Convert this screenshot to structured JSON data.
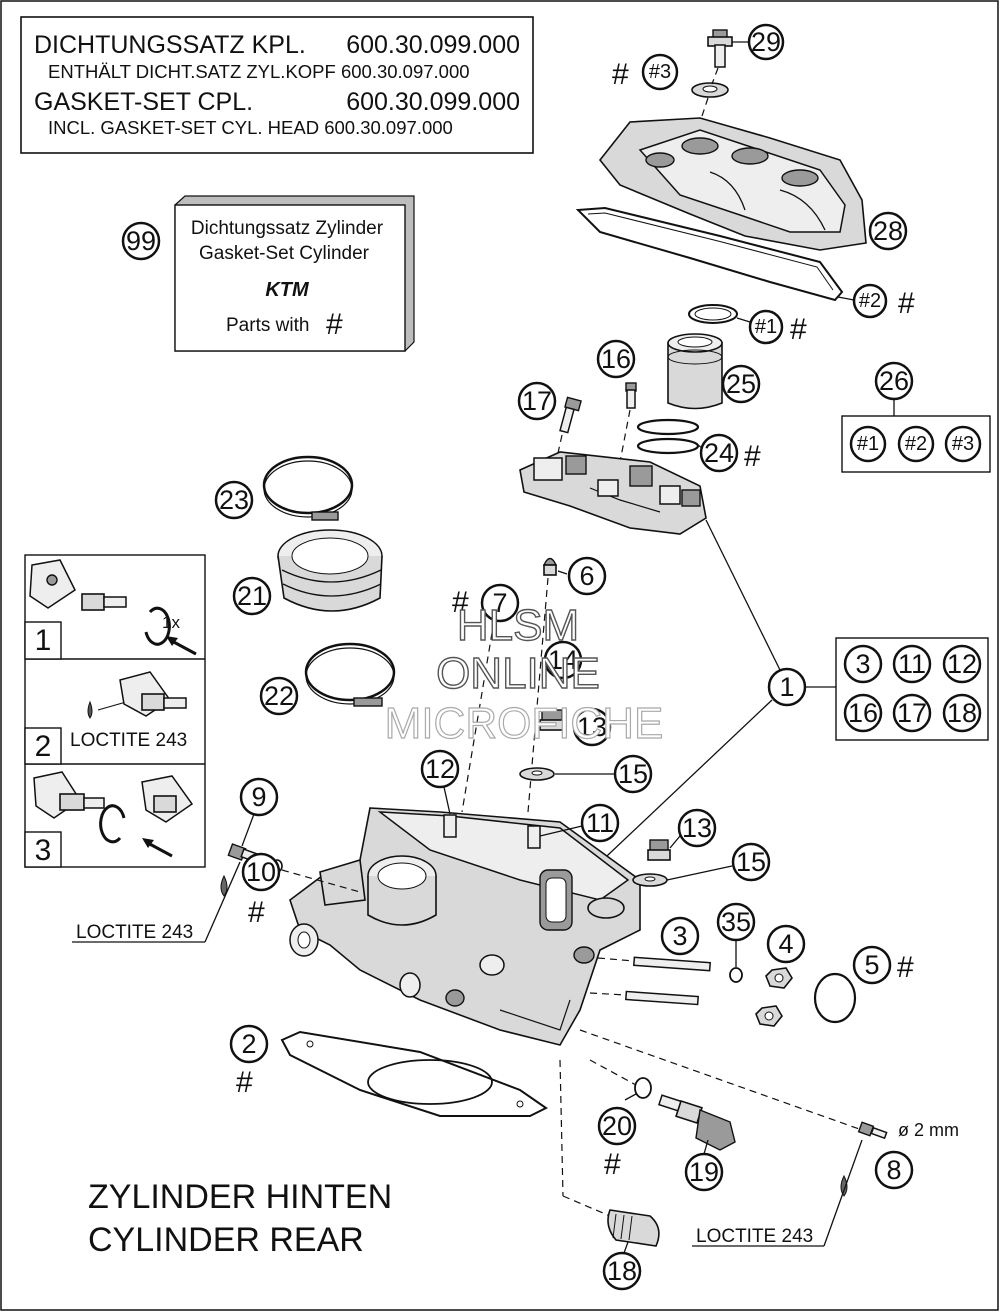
{
  "gasket_set_box": {
    "line1_label": "DICHTUNGSSATZ KPL.",
    "line1_number": "600.30.099.000",
    "line2": "ENTHÄLT DICHT.SATZ ZYL.KOPF 600.30.097.000",
    "line3_label": "GASKET-SET CPL.",
    "line3_number": "600.30.099.000",
    "line4": "INCL. GASKET-SET CYL. HEAD 600.30.097.000"
  },
  "cylinder_gasket_box": {
    "callout": "99",
    "line1": "Dichtungssatz Zylinder",
    "line2": "Gasket-Set Cylinder",
    "brand": "KTM",
    "line3": "Parts with",
    "hash": "#"
  },
  "set_26": {
    "callout": "26",
    "items": [
      "#1",
      "#2",
      "#3"
    ]
  },
  "kit_1": {
    "callout": "1",
    "items": [
      "3",
      "11",
      "12",
      "16",
      "17",
      "18"
    ]
  },
  "steps": [
    {
      "number": "1",
      "note": "1x"
    },
    {
      "number": "2",
      "label": "LOCTITE 243"
    },
    {
      "number": "3"
    }
  ],
  "callouts": {
    "c29": "29",
    "c3hash": "#3",
    "c28": "28",
    "c2hash": "#2",
    "c1hash": "#1",
    "c16": "16",
    "c25": "25",
    "c17": "17",
    "c24": "24",
    "c23": "23",
    "c21": "21",
    "c22": "22",
    "c6": "6",
    "c7": "7",
    "c14": "14",
    "c13a": "13",
    "c15a": "15",
    "c12": "12",
    "c11": "11",
    "c13b": "13",
    "c15b": "15",
    "c9": "9",
    "c10": "10",
    "c3": "3",
    "c35": "35",
    "c4": "4",
    "c5": "5",
    "c2": "2",
    "c20": "20",
    "c19": "19",
    "c8": "8",
    "c18": "18"
  },
  "hash_symbol": "#",
  "loctite_labels": [
    "LOCTITE 243",
    "LOCTITE 243"
  ],
  "diameter_label": "ø 2 mm",
  "title": {
    "line1": "ZYLINDER HINTEN",
    "line2": "CYLINDER REAR"
  },
  "watermark": {
    "line1": "HLSM",
    "line2": "ONLINE",
    "line3": "MICROFICHE"
  }
}
